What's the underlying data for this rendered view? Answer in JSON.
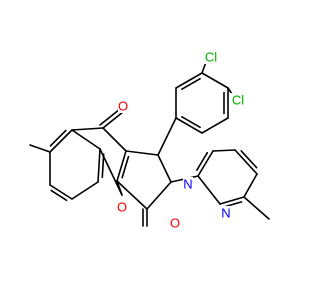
{
  "colors": {
    "bond": "#000000",
    "carbon": "#000000",
    "oxygen": "#ff0000",
    "nitrogen": "#0000ff",
    "chlorine": "#00b000",
    "background": "#ffffff"
  },
  "atom_labels": {
    "cl1": "Cl",
    "cl2": "Cl",
    "o_ketone": "O",
    "o_ring": "O",
    "o_lactam": "O",
    "n_lactam": "N",
    "n_pyridine": "N"
  }
}
